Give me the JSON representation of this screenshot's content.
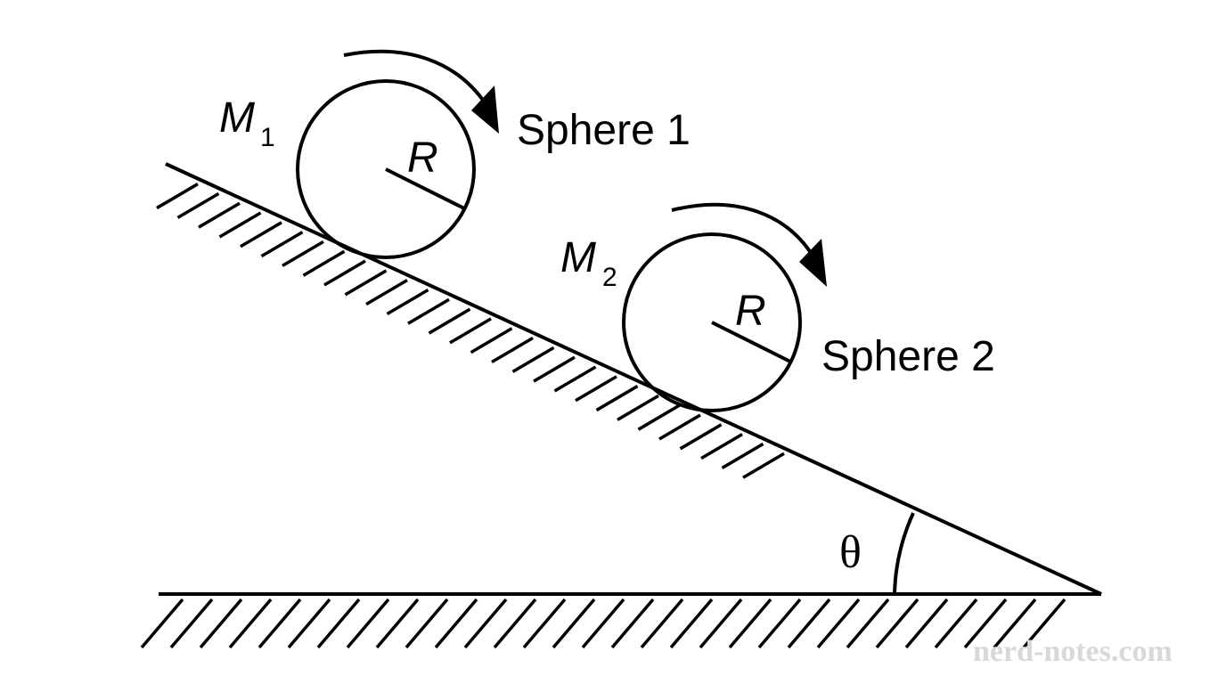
{
  "diagram": {
    "sphere1": {
      "mass_label": "M",
      "mass_subscript": "1",
      "radius_label": "R",
      "name": "Sphere 1"
    },
    "sphere2": {
      "mass_label": "M",
      "mass_subscript": "2",
      "radius_label": "R",
      "name": "Sphere 2"
    },
    "angle_label": "θ",
    "watermark": "nerd-notes.com"
  }
}
